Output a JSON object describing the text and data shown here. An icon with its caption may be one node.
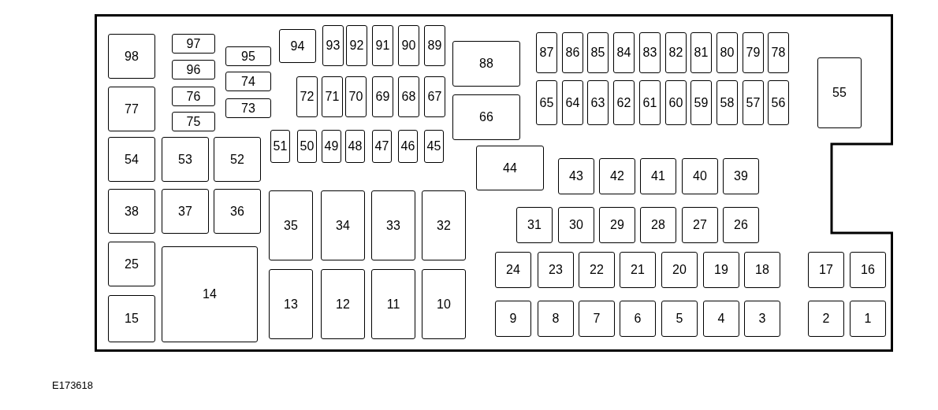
{
  "diagram": {
    "nodes": [
      {
        "text": [],
        "shape": "box"
      },
      {
        "text": [
          "98"
        ],
        "in": 0
      },
      {
        "text": [
          "97"
        ],
        "in": 0
      },
      {
        "text": [
          "94"
        ],
        "in": 0
      },
      {
        "text": [
          "93"
        ],
        "in": 0
      },
      {
        "text": [
          "92"
        ],
        "in": 0
      },
      {
        "text": [
          "91"
        ],
        "in": 0
      },
      {
        "text": [
          "90"
        ],
        "in": 0
      },
      {
        "text": [
          "89"
        ],
        "in": 0
      },
      {
        "text": [
          "87"
        ],
        "in": 0
      },
      {
        "text": [
          "86"
        ],
        "in": 0
      },
      {
        "text": [
          "85"
        ],
        "in": 0
      },
      {
        "text": [
          "84"
        ],
        "in": 0
      },
      {
        "text": [
          "83"
        ],
        "in": 0
      },
      {
        "text": [
          "82"
        ],
        "in": 0
      },
      {
        "text": [
          "81"
        ],
        "in": 0
      },
      {
        "text": [
          "80"
        ],
        "in": 0
      },
      {
        "text": [
          "79"
        ],
        "in": 0
      },
      {
        "text": [
          "78"
        ],
        "in": 0
      },
      {
        "text": [
          "96"
        ],
        "in": 0
      },
      {
        "text": [
          "95"
        ],
        "in": 0
      },
      {
        "text": [
          "88"
        ],
        "in": 0
      },
      {
        "text": [
          "55"
        ],
        "in": 0
      },
      {
        "text": [
          "74"
        ],
        "in": 0
      },
      {
        "text": [
          "77"
        ],
        "in": 0
      },
      {
        "text": [
          "76"
        ],
        "in": 0
      },
      {
        "text": [
          "72"
        ],
        "in": 0
      },
      {
        "text": [
          "71"
        ],
        "in": 0
      },
      {
        "text": [
          "70"
        ],
        "in": 0
      },
      {
        "text": [
          "69"
        ],
        "in": 0
      },
      {
        "text": [
          "68"
        ],
        "in": 0
      },
      {
        "text": [
          "67"
        ],
        "in": 0
      },
      {
        "text": [
          "65"
        ],
        "in": 0
      },
      {
        "text": [
          "64"
        ],
        "in": 0
      },
      {
        "text": [
          "63"
        ],
        "in": 0
      },
      {
        "text": [
          "62"
        ],
        "in": 0
      },
      {
        "text": [
          "61"
        ],
        "in": 0
      },
      {
        "text": [
          "60"
        ],
        "in": 0
      },
      {
        "text": [
          "59"
        ],
        "in": 0
      },
      {
        "text": [
          "58"
        ],
        "in": 0
      },
      {
        "text": [
          "57"
        ],
        "in": 0
      },
      {
        "text": [
          "56"
        ],
        "in": 0
      },
      {
        "text": [
          "73"
        ],
        "in": 0
      },
      {
        "text": [
          "75"
        ],
        "in": 0
      },
      {
        "text": [
          "66"
        ],
        "in": 0
      },
      {
        "text": [
          "54"
        ],
        "in": 0
      },
      {
        "text": [
          "53"
        ],
        "in": 0
      },
      {
        "text": [
          "52"
        ],
        "in": 0
      },
      {
        "text": [
          "51"
        ],
        "in": 0
      },
      {
        "text": [
          "50"
        ],
        "in": 0
      },
      {
        "text": [
          "49"
        ],
        "in": 0
      },
      {
        "text": [
          "48"
        ],
        "in": 0
      },
      {
        "text": [
          "47"
        ],
        "in": 0
      },
      {
        "text": [
          "46"
        ],
        "in": 0
      },
      {
        "text": [
          "45"
        ],
        "in": 0
      },
      {
        "text": [
          "44"
        ],
        "in": 0
      },
      {
        "text": [
          "43"
        ],
        "in": 0
      },
      {
        "text": [
          "42"
        ],
        "in": 0
      },
      {
        "text": [
          "41"
        ],
        "in": 0
      },
      {
        "text": [
          "40"
        ],
        "in": 0
      },
      {
        "text": [
          "39"
        ],
        "in": 0
      },
      {
        "text": [
          "38"
        ],
        "in": 0
      },
      {
        "text": [
          "37"
        ],
        "in": 0
      },
      {
        "text": [
          "36"
        ],
        "in": 0
      },
      {
        "text": [
          "35"
        ],
        "in": 0
      },
      {
        "text": [
          "34"
        ],
        "in": 0
      },
      {
        "text": [
          "33"
        ],
        "in": 0
      },
      {
        "text": [
          "32"
        ],
        "in": 0
      },
      {
        "text": [
          "31"
        ],
        "in": 0
      },
      {
        "text": [
          "30"
        ],
        "in": 0
      },
      {
        "text": [
          "29"
        ],
        "in": 0
      },
      {
        "text": [
          "28"
        ],
        "in": 0
      },
      {
        "text": [
          "27"
        ],
        "in": 0
      },
      {
        "text": [
          "26"
        ],
        "in": 0
      },
      {
        "text": [
          "25"
        ],
        "in": 0
      },
      {
        "text": [
          "14"
        ],
        "in": 0
      },
      {
        "text": [
          "24"
        ],
        "in": 0
      },
      {
        "text": [
          "23"
        ],
        "in": 0
      },
      {
        "text": [
          "22"
        ],
        "in": 0
      },
      {
        "text": [
          "21"
        ],
        "in": 0
      },
      {
        "text": [
          "20"
        ],
        "in": 0
      },
      {
        "text": [
          "19"
        ],
        "in": 0
      },
      {
        "text": [
          "18"
        ],
        "in": 0
      },
      {
        "text": [
          "17"
        ],
        "in": 0
      },
      {
        "text": [
          "16"
        ],
        "in": 0
      },
      {
        "text": [
          "13"
        ],
        "in": 0
      },
      {
        "text": [
          "12"
        ],
        "in": 0
      },
      {
        "text": [
          "11"
        ],
        "in": 0
      },
      {
        "text": [
          "10"
        ],
        "in": 0
      },
      {
        "text": [
          "15"
        ],
        "in": 0
      },
      {
        "text": [
          "9"
        ],
        "in": 0
      },
      {
        "text": [
          "8"
        ],
        "in": 0
      },
      {
        "text": [
          "7"
        ],
        "in": 0
      },
      {
        "text": [
          "6"
        ],
        "in": 0
      },
      {
        "text": [
          "5"
        ],
        "in": 0
      },
      {
        "text": [
          "4"
        ],
        "in": 0
      },
      {
        "text": [
          "3"
        ],
        "in": 0
      },
      {
        "text": [
          "2"
        ],
        "in": 0
      },
      {
        "text": [
          "1"
        ],
        "in": 0
      }
    ],
    "labels": [
      "E173618"
    ]
  }
}
